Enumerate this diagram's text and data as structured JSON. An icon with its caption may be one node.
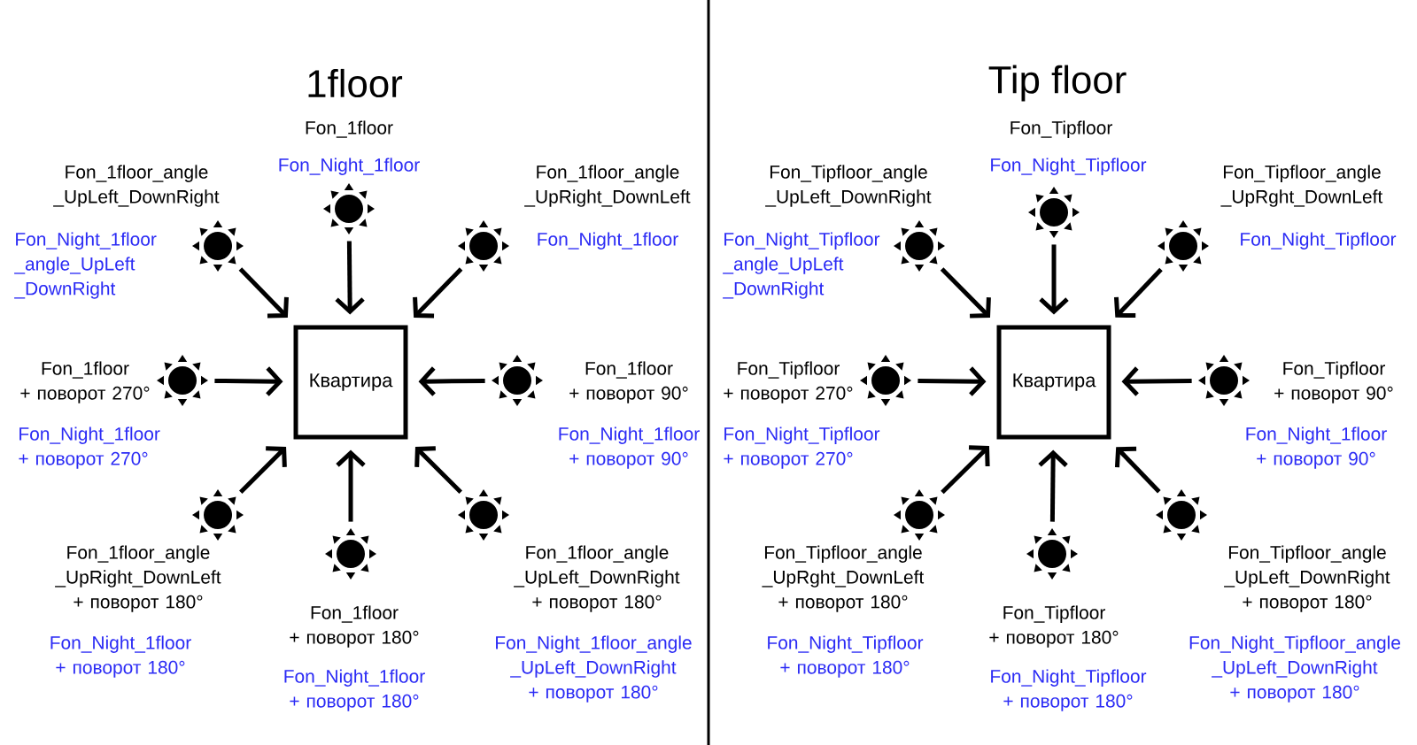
{
  "diagram": {
    "nodes": [
      {
        "text": [
          "Квартира"
        ]
      },
      {
        "text": [],
        "shape": "sun",
        "beside": [
          "Fon_1floor_angle _UpLeft_DownRight",
          "Fon_Night_1floor _angle_UpLeft _DownRight"
        ]
      },
      {
        "text": [],
        "shape": "sun",
        "beside": [
          "Fon_1floor",
          "Fon_Night_1floor"
        ]
      },
      {
        "text": [],
        "shape": "sun",
        "beside": [
          "Fon_1floor_angle _UpRight_DownLeft",
          "Fon_Night_1floor"
        ]
      },
      {
        "text": [],
        "shape": "sun",
        "beside": [
          "Fon_1floor + поворот 270°",
          "Fon_Night_1floor + поворот 270°"
        ]
      },
      {
        "text": [],
        "shape": "sun",
        "beside": [
          "Fon_1floor + поворот 90°",
          "Fon_Night_1floor + поворот 90°"
        ]
      },
      {
        "text": [],
        "shape": "sun",
        "beside": [
          "Fon_1floor_angle _UpRight_DownLeft + поворот 180°",
          "Fon_Night_1floor + поворот 180°"
        ]
      },
      {
        "text": [],
        "shape": "sun",
        "beside": [
          "Fon_1floor + поворот 180°",
          "Fon_Night_1floor + поворот 180°"
        ]
      },
      {
        "text": [],
        "shape": "sun",
        "beside": [
          "Fon_1floor_angle _UpLeft_DownRight + поворот 180°",
          "Fon_Night_1floor_angle _UpLeft_DownRight + поворот 180°"
        ]
      },
      {
        "text": [
          "Квартира"
        ]
      },
      {
        "text": [],
        "shape": "sun",
        "beside": [
          "Fon_Tipfloor_angle _UpLeft_DownRight",
          "Fon_Night_Tipfloor _angle_UpLeft _DownRight"
        ]
      },
      {
        "text": [],
        "shape": "sun",
        "beside": [
          "Fon_Tipfloor",
          "Fon_Night_Tipfloor"
        ]
      },
      {
        "text": [],
        "shape": "sun",
        "beside": [
          "Fon_Tipfloor_angle _UpRght_DownLeft",
          "Fon_Night_Tipfloor"
        ]
      },
      {
        "text": [],
        "shape": "sun",
        "beside": [
          "Fon_Tipfloor + поворот 270°",
          "Fon_Night_Tipfloor + поворот 270°"
        ]
      },
      {
        "text": [],
        "shape": "sun",
        "beside": [
          "Fon_Tipfloor + поворот 90°",
          "Fon_Night_1floor + поворот 90°"
        ]
      },
      {
        "text": [],
        "shape": "sun",
        "beside": [
          "Fon_Tipfloor_angle _UpRght_DownLeft + поворот 180°",
          "Fon_Night_Tipfloor + поворот 180°"
        ]
      },
      {
        "text": [],
        "shape": "sun",
        "beside": [
          "Fon_Tipfloor + поворот 180°",
          "Fon_Night_Tipfloor + поворот 180°"
        ]
      },
      {
        "text": [],
        "shape": "sun",
        "beside": [
          "Fon_Tipfloor_angle _UpLeft_DownRight + поворот 180°",
          "Fon_Night_Tipfloor_angle _UpLeft_DownRight + поворот 180°"
        ]
      }
    ],
    "edges": [
      {
        "from": 1,
        "to": 0,
        "arrow": "to"
      },
      {
        "from": 2,
        "to": 0,
        "arrow": "to"
      },
      {
        "from": 3,
        "to": 0,
        "arrow": "to"
      },
      {
        "from": 4,
        "to": 0,
        "arrow": "to"
      },
      {
        "from": 5,
        "to": 0,
        "arrow": "to"
      },
      {
        "from": 6,
        "to": 0,
        "arrow": "to"
      },
      {
        "from": 7,
        "to": 0,
        "arrow": "to"
      },
      {
        "from": 8,
        "to": 0,
        "arrow": "to"
      },
      {
        "from": 10,
        "to": 9,
        "arrow": "to"
      },
      {
        "from": 11,
        "to": 9,
        "arrow": "to"
      },
      {
        "from": 12,
        "to": 9,
        "arrow": "to"
      },
      {
        "from": 13,
        "to": 9,
        "arrow": "to"
      },
      {
        "from": 14,
        "to": 9,
        "arrow": "to"
      },
      {
        "from": 15,
        "to": 9,
        "arrow": "to"
      },
      {
        "from": 16,
        "to": 9,
        "arrow": "to"
      },
      {
        "from": 17,
        "to": 9,
        "arrow": "to"
      }
    ],
    "labels": [
      "1floor",
      "Tip floor"
    ]
  }
}
